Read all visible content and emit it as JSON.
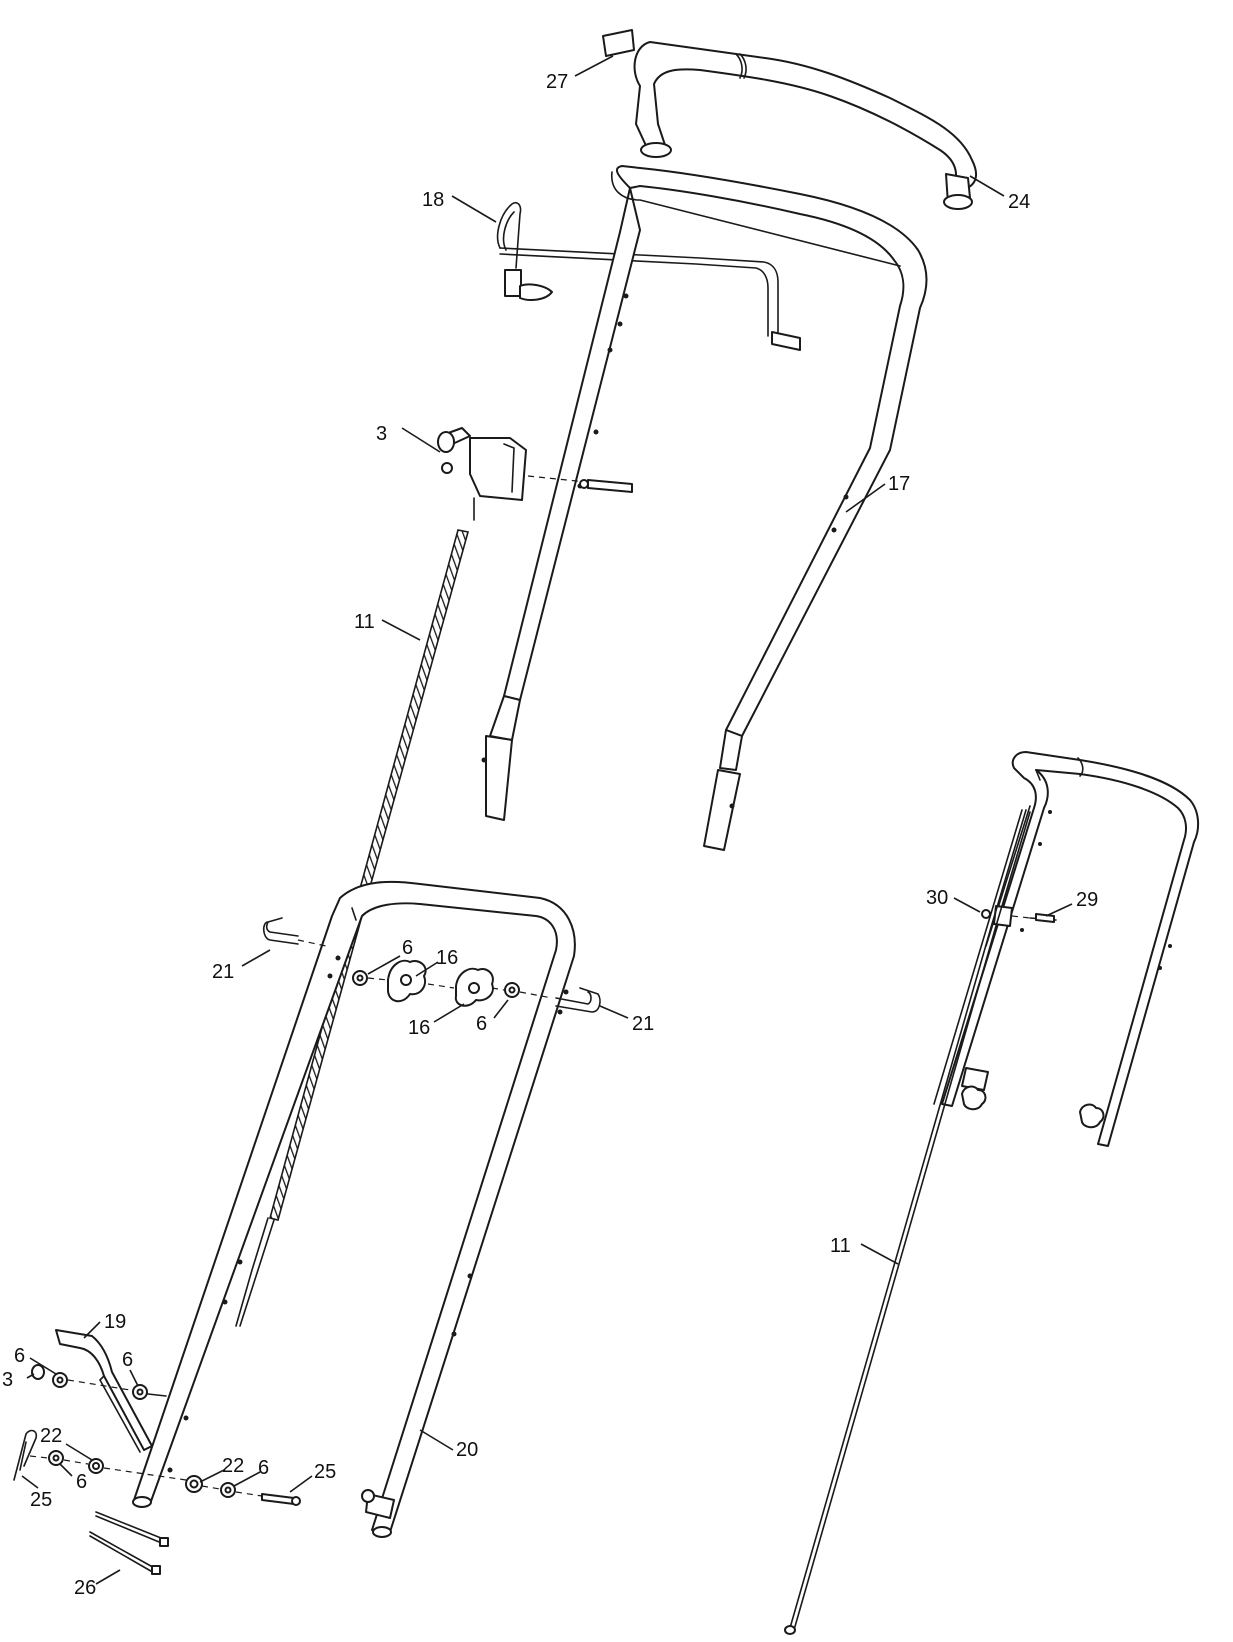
{
  "diagram": {
    "labels": [
      {
        "key": "l27",
        "text": "27"
      },
      {
        "key": "l24",
        "text": "24"
      },
      {
        "key": "l18",
        "text": "18"
      },
      {
        "key": "l3a",
        "text": "3"
      },
      {
        "key": "l17",
        "text": "17"
      },
      {
        "key": "l11a",
        "text": "11"
      },
      {
        "key": "l30",
        "text": "30"
      },
      {
        "key": "l29",
        "text": "29"
      },
      {
        "key": "l6a",
        "text": "6"
      },
      {
        "key": "l16a",
        "text": "16"
      },
      {
        "key": "l21a",
        "text": "21"
      },
      {
        "key": "l16b",
        "text": "16"
      },
      {
        "key": "l6b",
        "text": "6"
      },
      {
        "key": "l21b",
        "text": "21"
      },
      {
        "key": "l11b",
        "text": "11"
      },
      {
        "key": "l19",
        "text": "19"
      },
      {
        "key": "l6c",
        "text": "6"
      },
      {
        "key": "l6d",
        "text": "6"
      },
      {
        "key": "l3b",
        "text": "3"
      },
      {
        "key": "l22a",
        "text": "22"
      },
      {
        "key": "l6e",
        "text": "6"
      },
      {
        "key": "l25a",
        "text": "25"
      },
      {
        "key": "l22b",
        "text": "22"
      },
      {
        "key": "l6f",
        "text": "6"
      },
      {
        "key": "l25b",
        "text": "25"
      },
      {
        "key": "l20",
        "text": "20"
      },
      {
        "key": "l26",
        "text": "26"
      }
    ]
  }
}
